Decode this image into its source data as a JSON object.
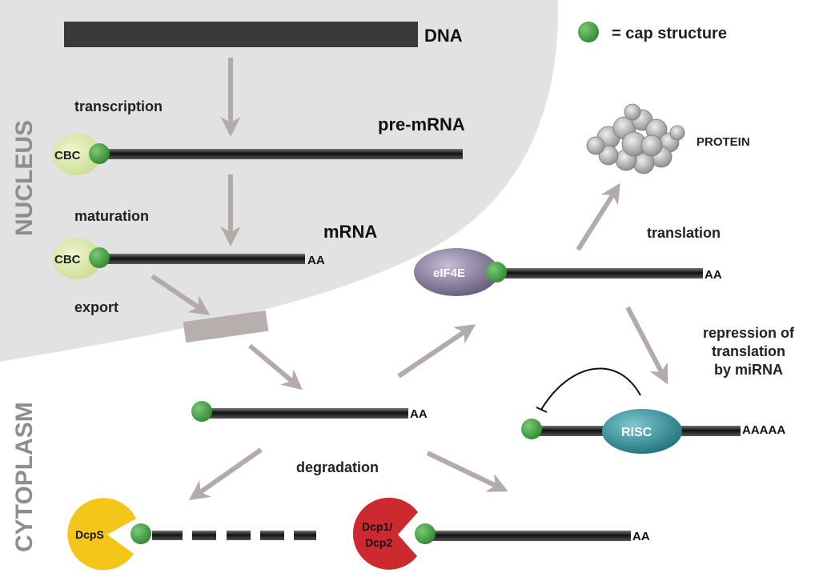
{
  "legend": {
    "cap_label": "= cap structure"
  },
  "regions": {
    "nucleus": "NUCLEUS",
    "cytoplasm": "CYTOPLASM"
  },
  "molecules": {
    "dna": "DNA",
    "pre_mrna": "pre-mRNA",
    "mrna": "mRNA",
    "protein": "PROTEIN"
  },
  "steps": {
    "transcription": "transcription",
    "maturation": "maturation",
    "export": "export",
    "translation": "translation",
    "repression_line1": "repression of",
    "repression_line2": "translation",
    "repression_line3": "by miRNA",
    "degradation": "degradation"
  },
  "proteins": {
    "cbc": "CBC",
    "eif4e": "eIF4E",
    "risc": "RISC",
    "dcps": "DcpS",
    "dcp1": "Dcp1/",
    "dcp2": "Dcp2"
  },
  "tails": {
    "mrna_tail": "AA",
    "eif4e_tail": "AA",
    "cyto_tail": "AA",
    "risc_tail": "AAAAA",
    "dcp_tail": "AA"
  },
  "colors": {
    "nucleus_bg": "#e2e2e2",
    "cap": "#4ea64a",
    "cbc": "#dbe8b0",
    "eif4e": "#8a7fa0",
    "risc": "#2d8c96",
    "dcps": "#f4c61a",
    "dcp12": "#cc2a2e",
    "arrow": "#b3aaaa",
    "pore": "#b7aeae"
  }
}
